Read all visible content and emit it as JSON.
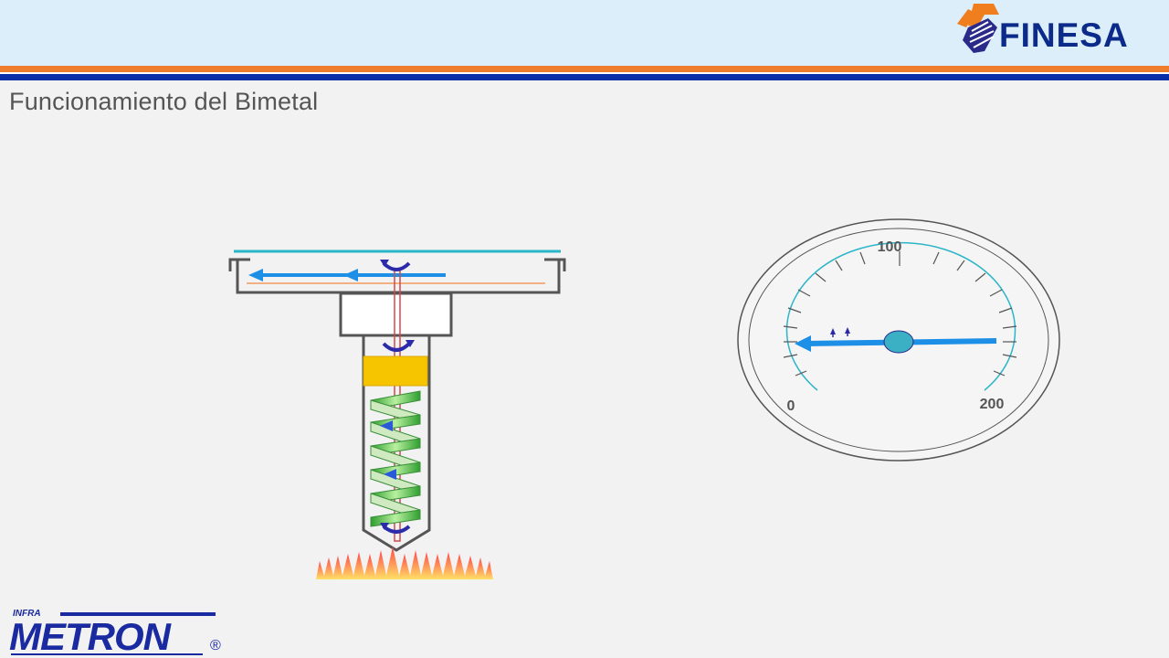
{
  "slide": {
    "title": "Funcionamiento del Bimetal"
  },
  "branding": {
    "finesa_logo_text": "FINESA",
    "metron_infra_text": "INFRA",
    "metron_logo_text": "METRON",
    "metron_registered": "®"
  },
  "gauge": {
    "scale_labels": {
      "min": "0",
      "mid": "100",
      "max": "200"
    }
  },
  "colors": {
    "header_bg": "#dbeef9",
    "stripe_orange": "#ee7d2e",
    "stripe_blue": "#0b2fa8",
    "arrow_blue": "#1e8fe6",
    "spring_green": "#5cc45c",
    "block_yellow": "#f7c500",
    "logo_orange": "#f07e1e",
    "logo_navy": "#0b2a8a"
  }
}
